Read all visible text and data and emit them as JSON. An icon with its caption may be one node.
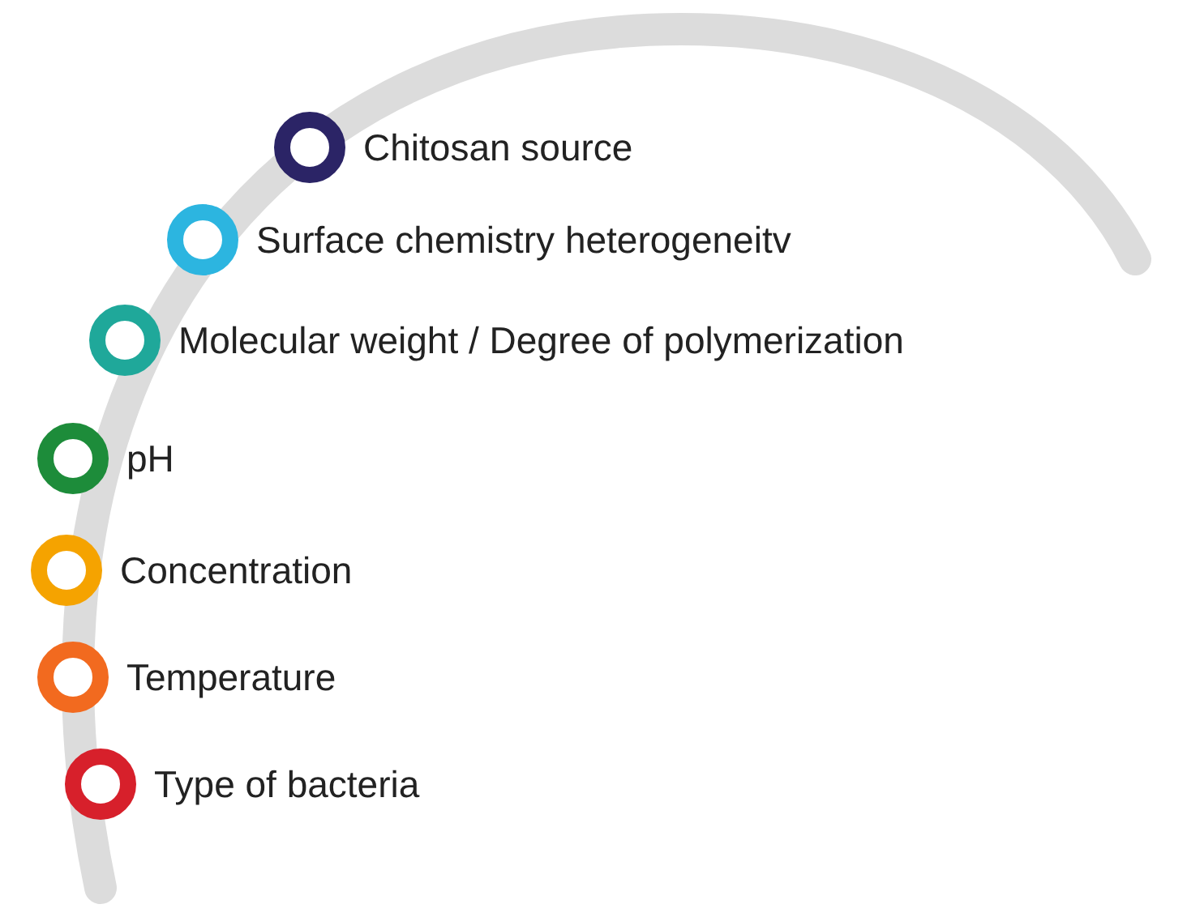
{
  "diagram": {
    "nodes": [
      {
        "text": [],
        "shape": "circle",
        "beside": [
          "Chitosan source"
        ]
      },
      {
        "text": [],
        "shape": "circle",
        "beside": [
          "Surface chemistry heterogeneitv"
        ]
      },
      {
        "text": [],
        "shape": "circle",
        "beside": [
          "Molecular weight / Degree of polymerization"
        ]
      },
      {
        "text": [],
        "shape": "circle",
        "beside": [
          "pH"
        ]
      },
      {
        "text": [],
        "shape": "circle",
        "beside": [
          "Concentration"
        ]
      },
      {
        "text": [],
        "shape": "circle",
        "beside": [
          "Temperature"
        ]
      },
      {
        "text": [],
        "shape": "circle",
        "beside": [
          "Type of bacteria"
        ]
      }
    ]
  }
}
